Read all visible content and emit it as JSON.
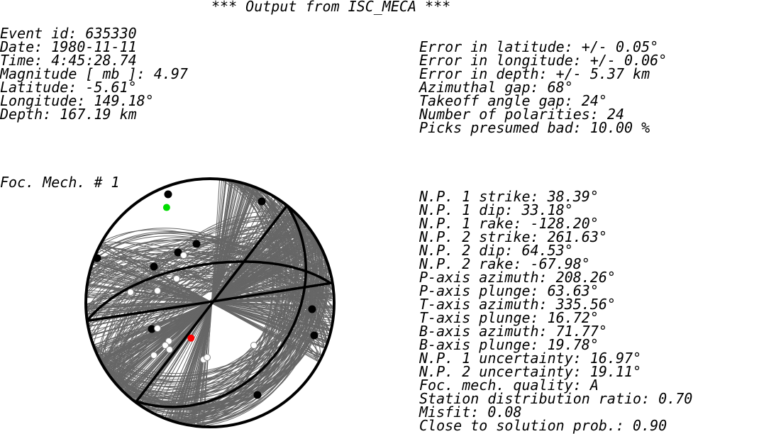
{
  "title": "*** Output from ISC_MECA ***",
  "event": [
    "Event id: 635330",
    "Date: 1980-11-11",
    "Time: 4:45:28.74",
    "Magnitude [ mb ]: 4.97",
    "Latitude: -5.61°",
    "Longitude: 149.18°",
    "Depth: 167.19 km"
  ],
  "errors": [
    "Error in latitude: +/- 0.05°",
    "Error in longitude: +/- 0.06°",
    "Error in depth: +/- 5.37 km",
    "Azimuthal gap: 68°",
    "Takeoff angle gap: 24°",
    "Number of polarities: 24",
    "Picks presumed bad: 10.00 %"
  ],
  "mechanism_label": "Foc. Mech. # 1",
  "mechanism": [
    "N.P. 1 strike: 38.39°",
    "N.P. 1 dip: 33.18°",
    "N.P. 1 rake: -128.20°",
    "N.P. 2 strike: 261.63°",
    "N.P. 2 dip: 64.53°",
    "N.P. 2 rake: -67.98°",
    "P-axis azimuth: 208.26°",
    "P-axis plunge: 63.63°",
    "T-axis azimuth: 335.56°",
    "T-axis plunge: 16.72°",
    "B-axis azimuth: 71.77°",
    "B-axis plunge: 19.78°",
    "N.P. 1 uncertainty: 16.97°",
    "N.P. 2 uncertainty: 19.11°",
    "Foc. mech. quality: A",
    "Station distribution ratio: 0.70",
    "Misfit: 0.08",
    "Close to solution prob.: 0.90"
  ],
  "plot": {
    "np1": {
      "strike": 38.39,
      "dip": 33.18
    },
    "np2": {
      "strike": 261.63,
      "dip": 64.53
    },
    "p_axis": {
      "azimuth": 208.26,
      "plunge": 63.63,
      "color": "#ff0000"
    },
    "t_axis": {
      "azimuth": 335.56,
      "plunge": 16.72,
      "color": "#00dd00"
    },
    "np1_uncertainty": 16.97,
    "np2_uncertainty": 19.11,
    "fill_color": "#555555",
    "uncertainty_color": "#666666"
  }
}
